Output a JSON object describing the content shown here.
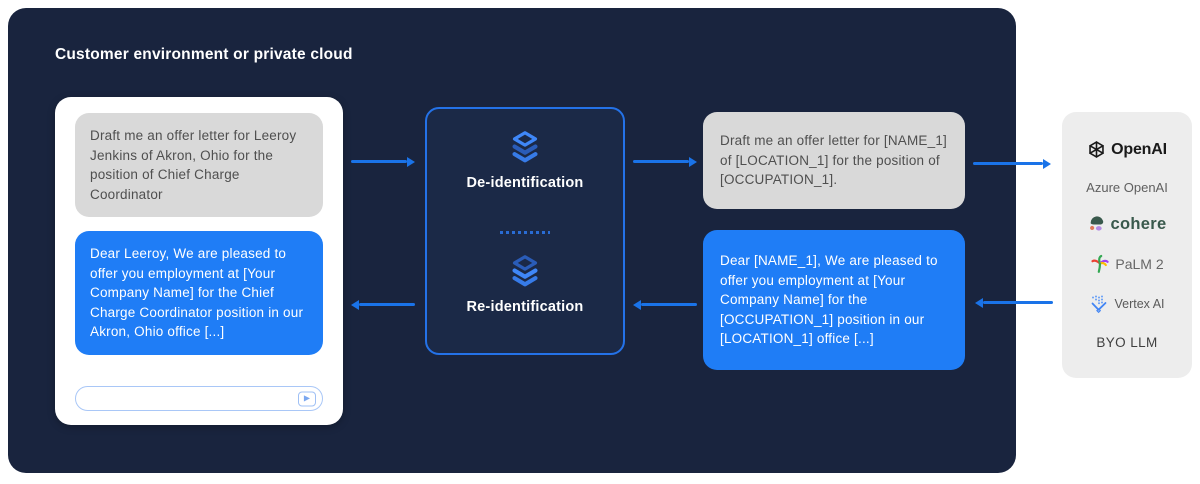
{
  "header": {
    "title": "Customer environment or private cloud"
  },
  "chat_card": {
    "prompt_bubble": "Draft me an offer letter for Leeroy Jenkins of Akron, Ohio for the position of Chief Charge Coordinator",
    "response_bubble": "Dear Leeroy, We are pleased to offer you employment at [Your Company Name] for the Chief Charge Coordinator position in our Akron, Ohio office [...]",
    "input_value": "",
    "send_glyph": "▶"
  },
  "privacy_layer": {
    "deid_label": "De-identification",
    "reid_label": "Re-identification"
  },
  "redacted_messages": {
    "prompt_bubble": "Draft me an offer letter for [NAME_1] of [LOCATION_1] for the position of [OCCUPATION_1].",
    "response_bubble": "Dear [NAME_1], We are pleased to offer you employment at [Your Company Name] for the [OCCUPATION_1] position in our [LOCATION_1] office [...]"
  },
  "llm_panel": {
    "items": [
      {
        "name": "openai",
        "label": "OpenAI"
      },
      {
        "name": "azure-openai",
        "label": "Azure OpenAI"
      },
      {
        "name": "cohere",
        "label": "cohere"
      },
      {
        "name": "palm2",
        "label": "PaLM 2"
      },
      {
        "name": "vertex-ai",
        "label": "Vertex AI"
      },
      {
        "name": "byo-llm",
        "label": "BYO LLM"
      }
    ]
  },
  "icons": [
    "layers-icon",
    "send-icon",
    "openai-icon",
    "cohere-icon",
    "palm2-icon",
    "vertex-ai-icon"
  ],
  "colors": {
    "navy_bg": "#19243E",
    "accent_blue": "#1A73E8",
    "bubble_blue": "#1F7DF6",
    "bubble_gray": "#D9D9D9",
    "panel_gray": "#EDEDED",
    "box_border_blue": "#2472E8"
  }
}
